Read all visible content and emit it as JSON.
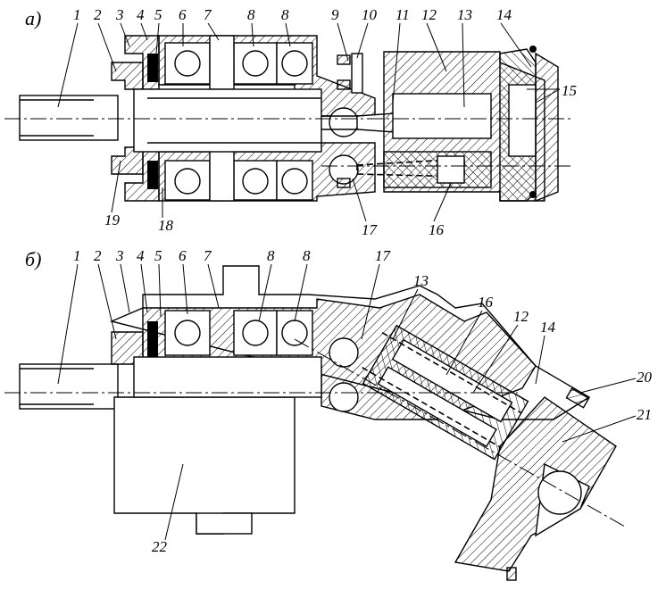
{
  "sections": {
    "a": "а)",
    "b": "б)"
  },
  "labels_a_top": [
    "1",
    "2",
    "3",
    "4",
    "5",
    "6",
    "7",
    "8",
    "8",
    "9",
    "10",
    "11",
    "12",
    "13",
    "14"
  ],
  "labels_a_right": [
    "15"
  ],
  "labels_a_bottom": [
    "19",
    "18",
    "17",
    "16"
  ],
  "labels_b_top": [
    "1",
    "2",
    "3",
    "4",
    "5",
    "6",
    "7",
    "8",
    "8",
    "17",
    "13",
    "16",
    "12",
    "14"
  ],
  "labels_b_right": [
    "20",
    "21"
  ],
  "labels_b_bottom": [
    "22"
  ]
}
